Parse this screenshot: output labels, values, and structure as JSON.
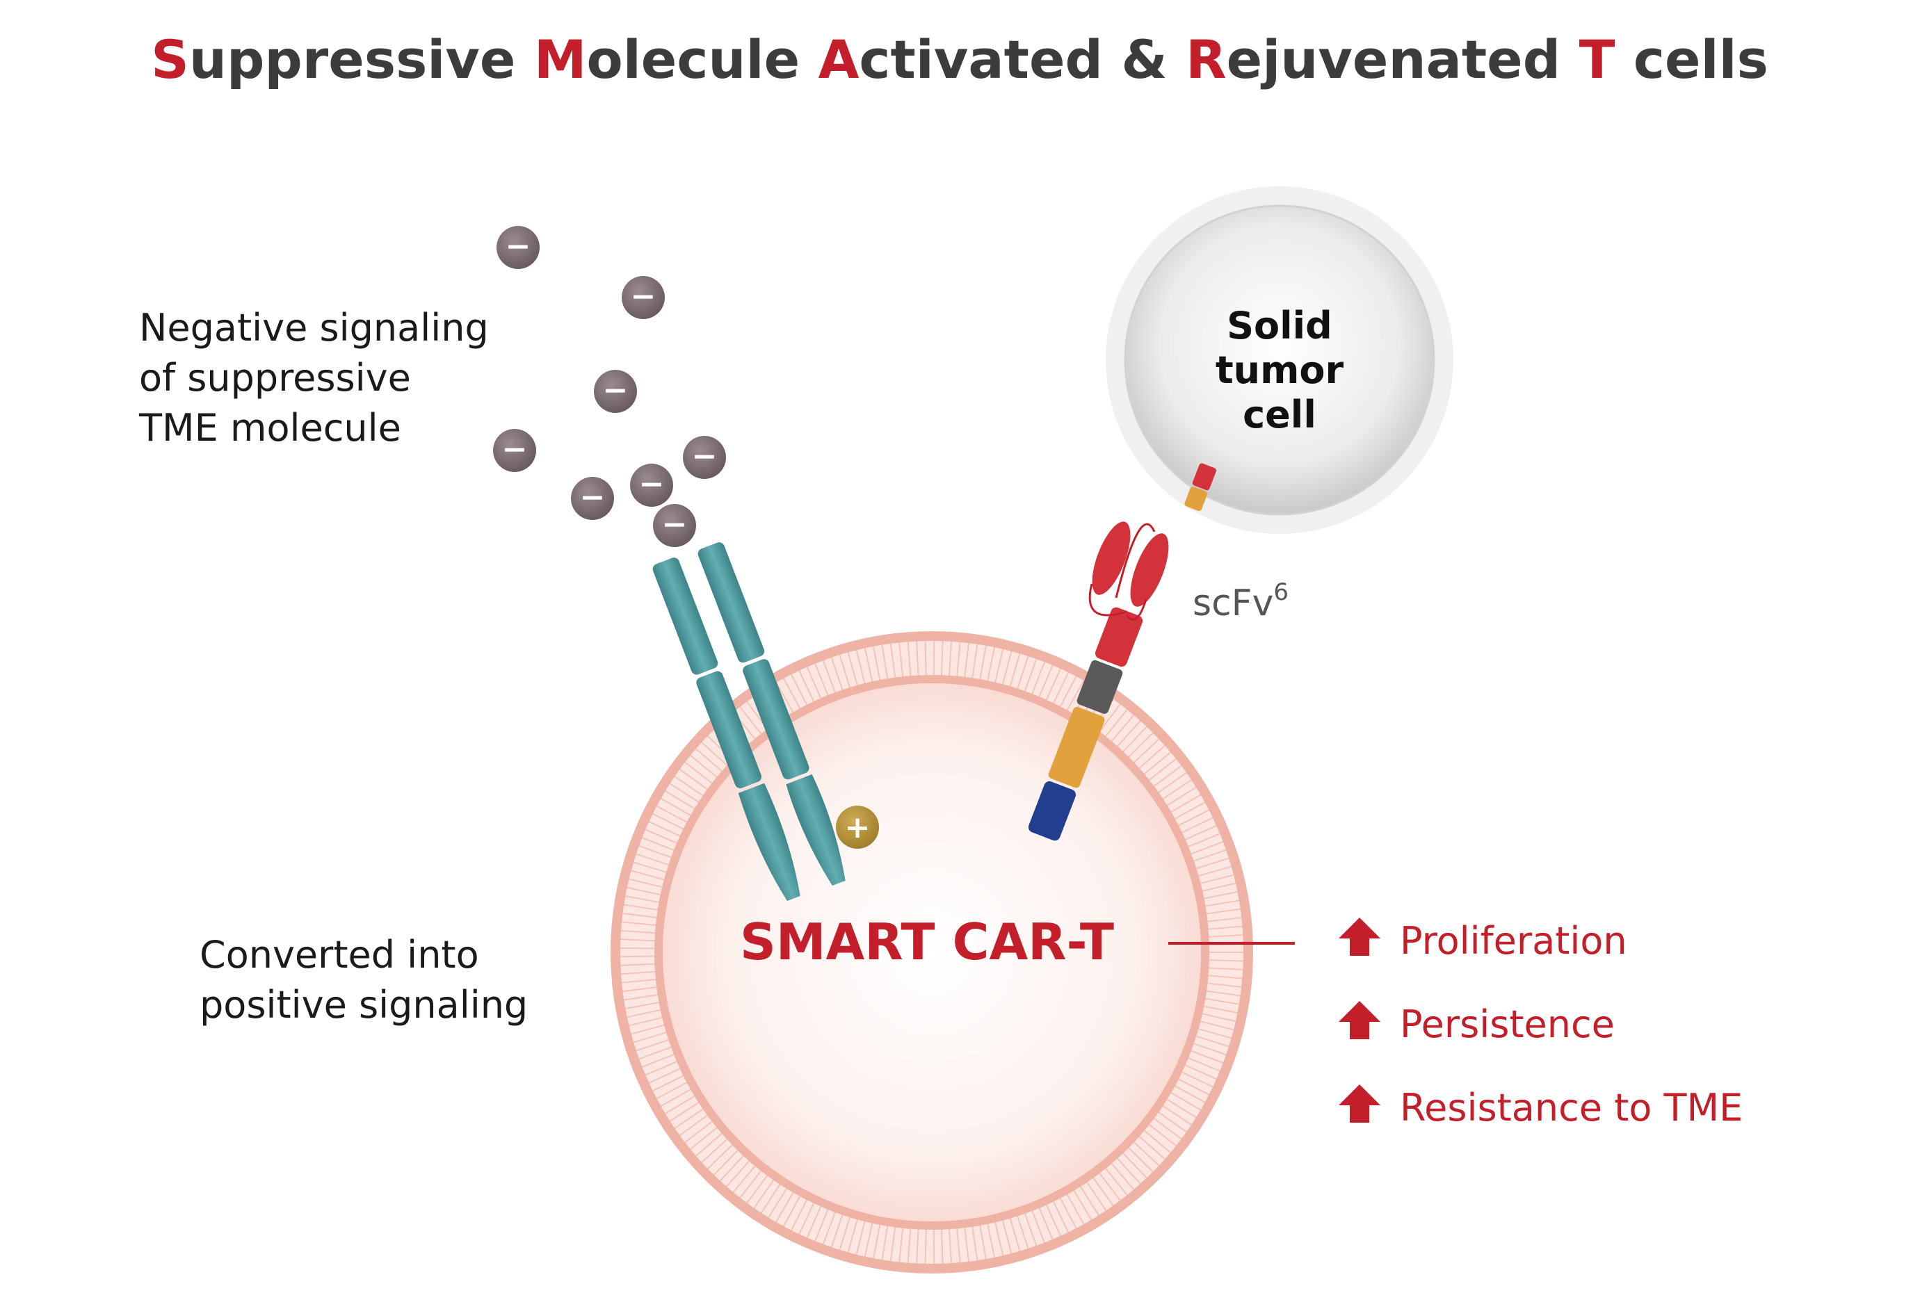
{
  "title": {
    "segments": [
      {
        "text": "S",
        "accent": true
      },
      {
        "text": "uppressive ",
        "accent": false
      },
      {
        "text": "M",
        "accent": true
      },
      {
        "text": "olecule ",
        "accent": false
      },
      {
        "text": "A",
        "accent": true
      },
      {
        "text": "ctivated & ",
        "accent": false
      },
      {
        "text": "R",
        "accent": true
      },
      {
        "text": "ejuvenated ",
        "accent": false
      },
      {
        "text": "T",
        "accent": true
      },
      {
        "text": " cells",
        "accent": false
      }
    ]
  },
  "labels": {
    "negative_signaling": [
      "Negative signaling",
      "of suppressive",
      "TME molecule"
    ],
    "converted": [
      "Converted into",
      "positive signaling"
    ],
    "tumor_cell": [
      "Solid",
      "tumor",
      "cell"
    ],
    "car_t": "SMART CAR-T",
    "scfv": "scFv",
    "scfv_superscript": "6"
  },
  "signs": {
    "negative": "−",
    "positive": "+"
  },
  "outcomes": [
    {
      "label": "Proliferation"
    },
    {
      "label": "Persistence"
    },
    {
      "label": "Resistance to TME"
    }
  ],
  "colors": {
    "accent": "#c21f2a",
    "title_gray": "#3d3b3c",
    "negative_molecule": "#7a6c6e",
    "positive_molecule": "#b08d3a",
    "receptor_teal": "#4e9ba0",
    "membrane": "#efb3a5",
    "tumor_gray": "#d9d9d9"
  }
}
